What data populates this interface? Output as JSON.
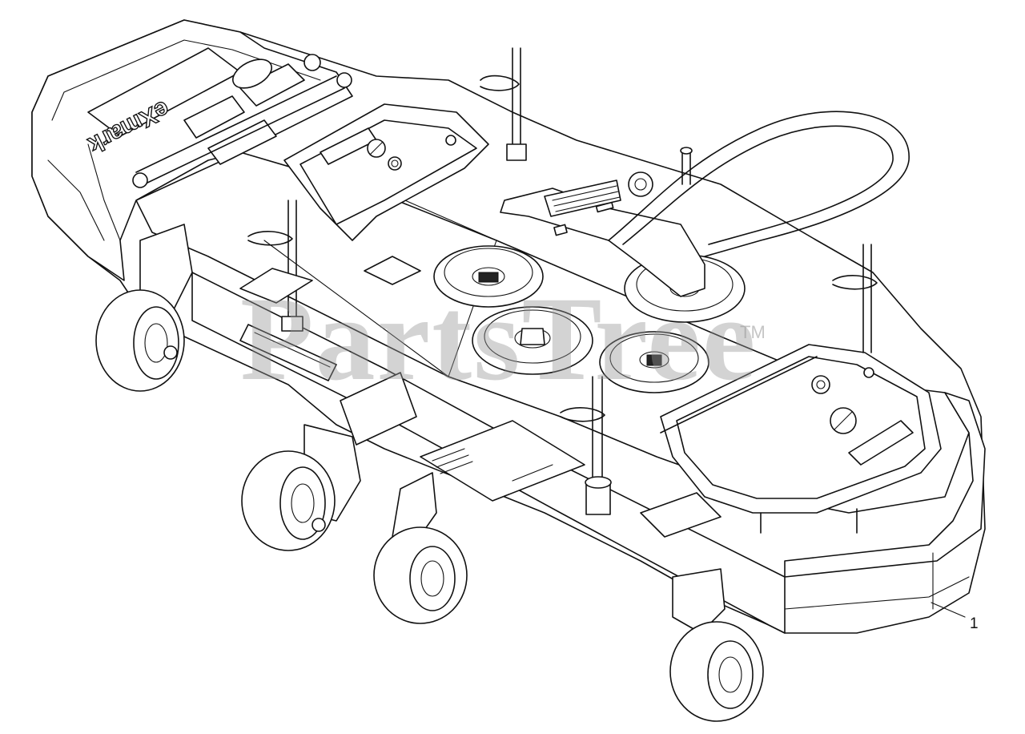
{
  "diagram": {
    "brand_logo": "eXmark",
    "watermark": "PartsTree",
    "trademark": "TM",
    "callouts": [
      {
        "label": "1"
      }
    ]
  }
}
